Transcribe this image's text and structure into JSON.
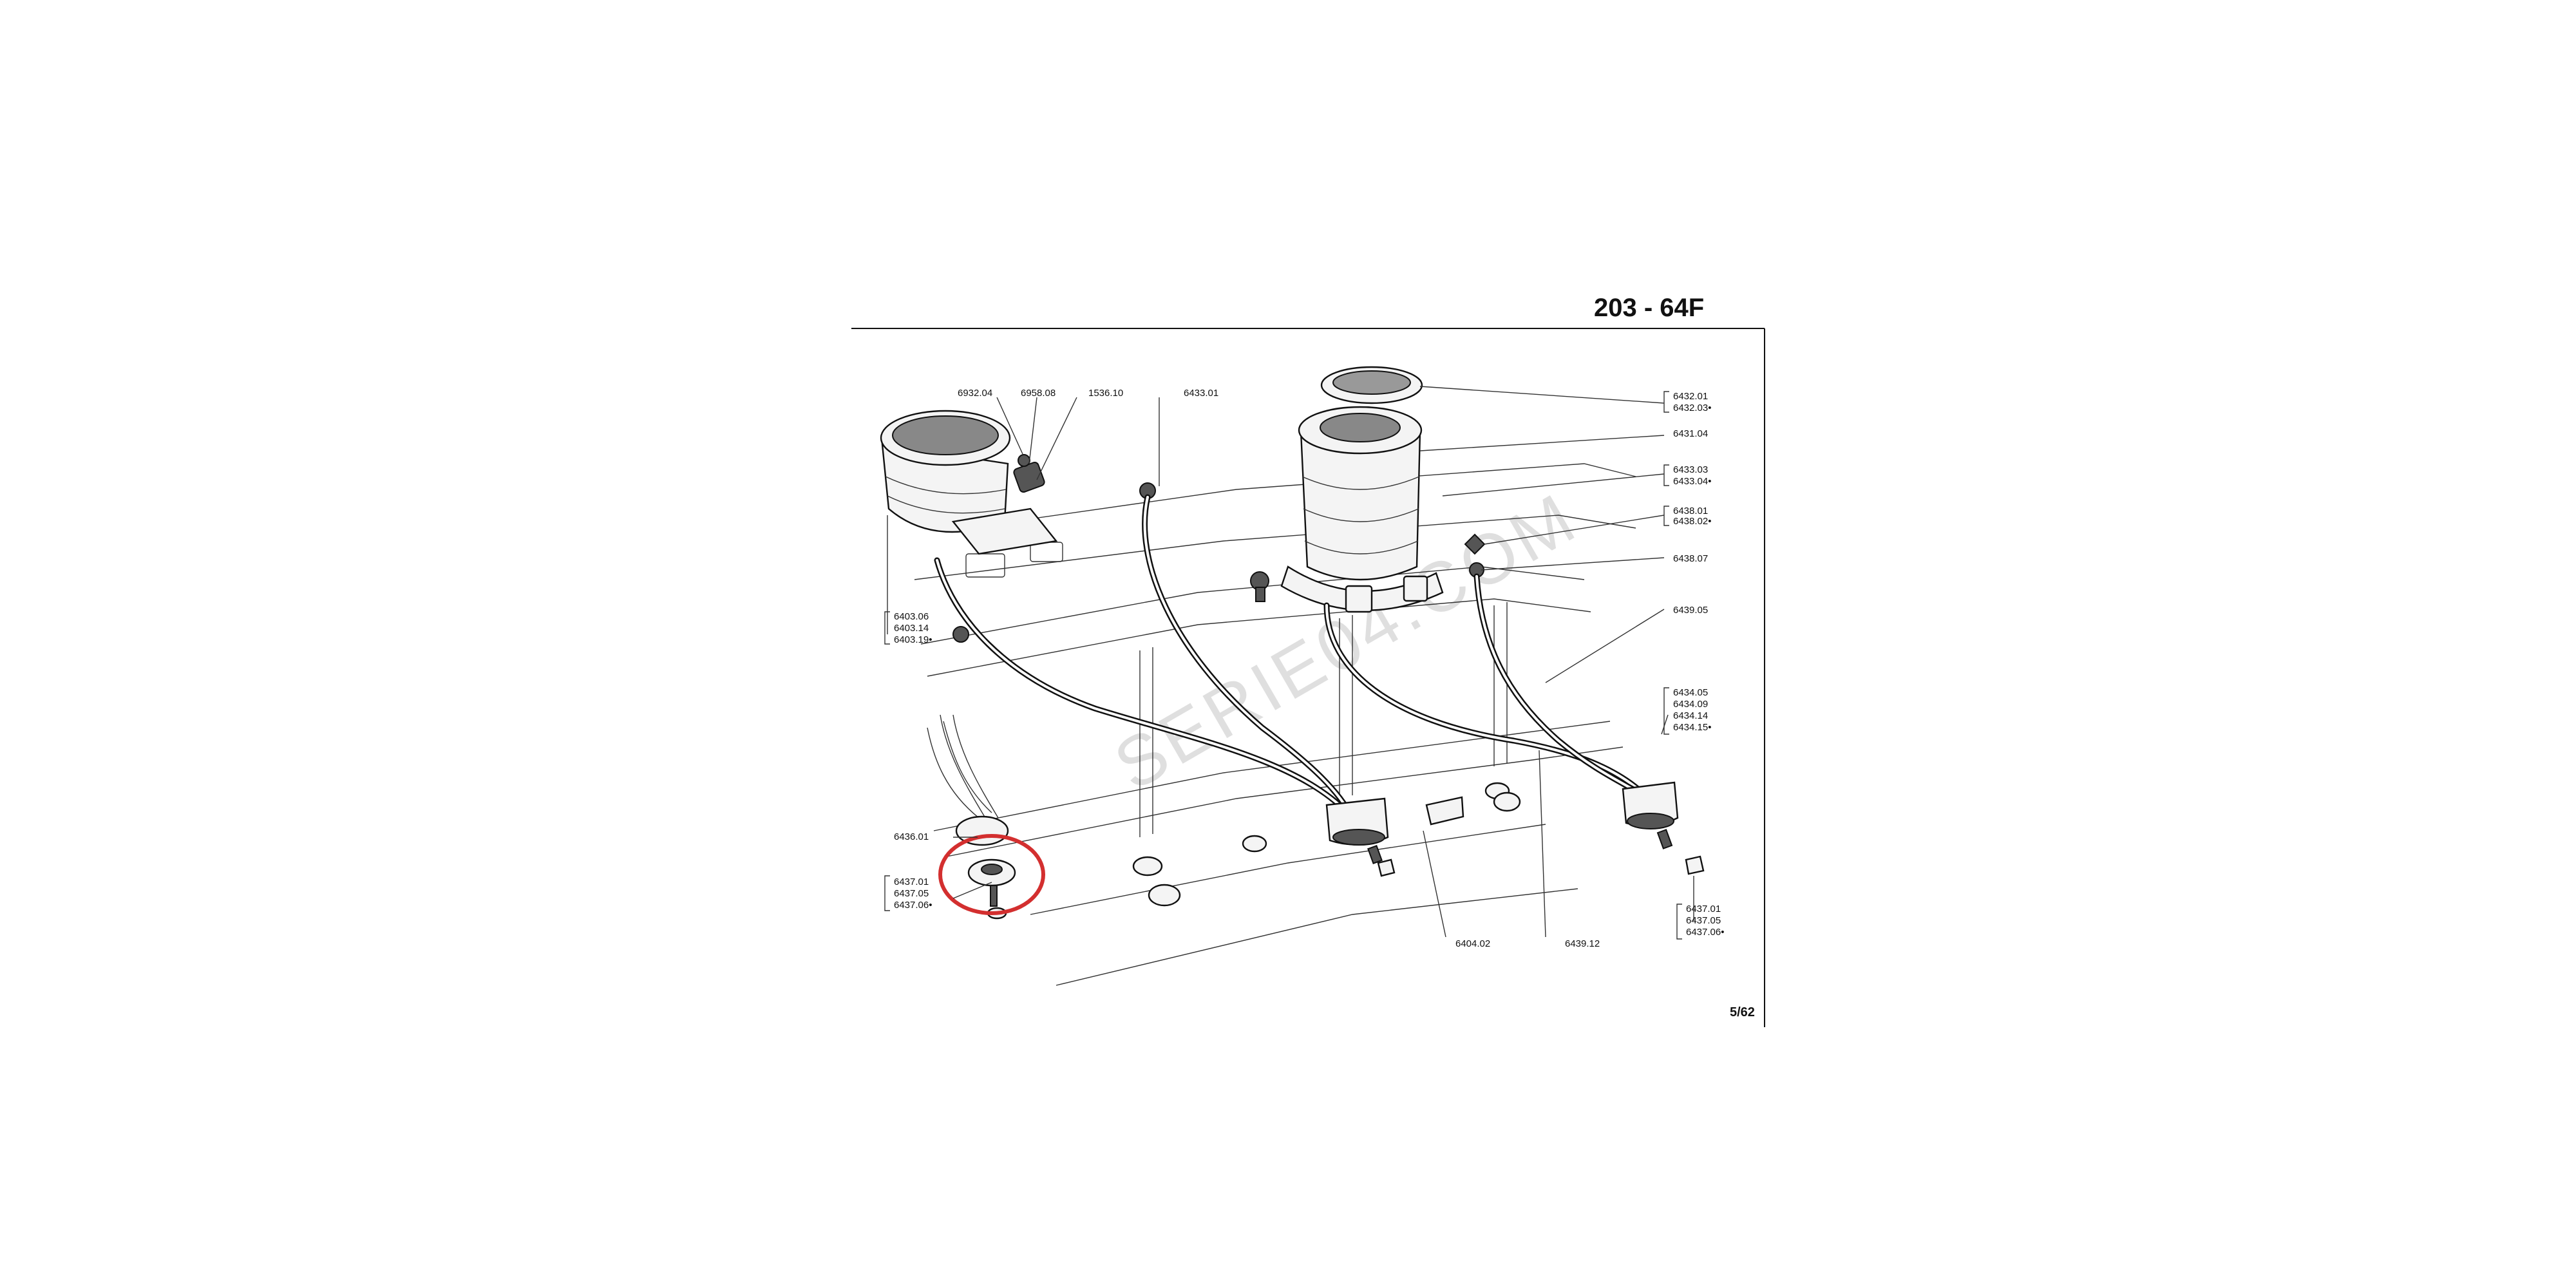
{
  "title": "203 - 64F",
  "page_number": "5/62",
  "watermark": "SERIE04.COM",
  "colors": {
    "highlight": "#d32f2f",
    "ink": "#111111"
  },
  "labels": {
    "p6932_04": "6932.04",
    "p6958_08": "6958.08",
    "p1536_10": "1536.10",
    "p6433_01": "6433.01",
    "grp_top": [
      "6432.01",
      "6432.03•"
    ],
    "p6431_04": "6431.04",
    "grp_6433": [
      "6433.03",
      "6433.04•"
    ],
    "grp_6438": [
      "6438.01",
      "6438.02•"
    ],
    "p6438_07": "6438.07",
    "p6439_05": "6439.05",
    "grp_right": [
      "6434.05",
      "6434.09",
      "6434.14",
      "6434.15•"
    ],
    "grp_left": [
      "6403.06",
      "6403.14",
      "6403.19•"
    ],
    "p6436_01": "6436.01",
    "grp_bl": [
      "6437.01",
      "6437.05",
      "6437.06•"
    ],
    "p6404_02": "6404.02",
    "p6439_12": "6439.12",
    "grp_br": [
      "6437.01",
      "6437.05",
      "6437.06•"
    ]
  }
}
